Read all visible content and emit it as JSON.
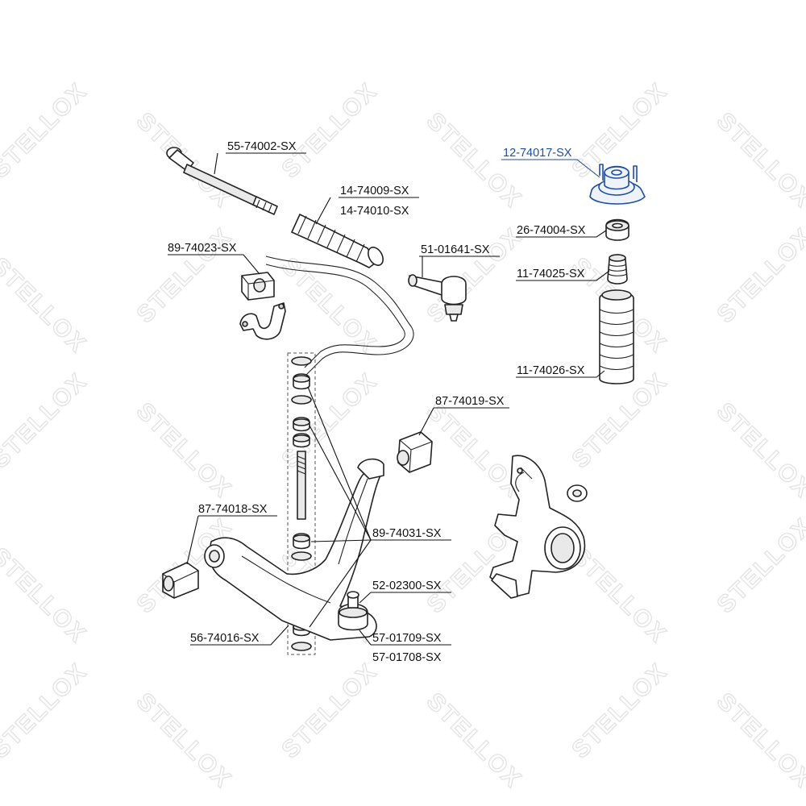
{
  "watermark": "STELLOX",
  "colors": {
    "highlight": "#1f4fa0",
    "line": "#111111",
    "watermark": "#e3e3e3"
  },
  "labels": {
    "strut_mount": "12-74017-SX",
    "tie_rod_axial": "55-74002-SX",
    "steering_boot_a": "14-74009-SX",
    "steering_boot_b": "14-74010-SX",
    "stab_bushing_left": "89-74023-SX",
    "tie_rod_end": "51-01641-SX",
    "bump_stop_cap": "26-74004-SX",
    "bump_stop": "11-74025-SX",
    "dust_boot": "11-74026-SX",
    "control_arm_bushing_right": "87-74019-SX",
    "control_arm_bushing_left": "87-74018-SX",
    "stab_link_kit": "89-74031-SX",
    "ball_joint": "52-02300-SX",
    "control_arm": "56-74016-SX",
    "repair_kit_a": "57-01709-SX",
    "repair_kit_b": "57-01708-SX"
  }
}
